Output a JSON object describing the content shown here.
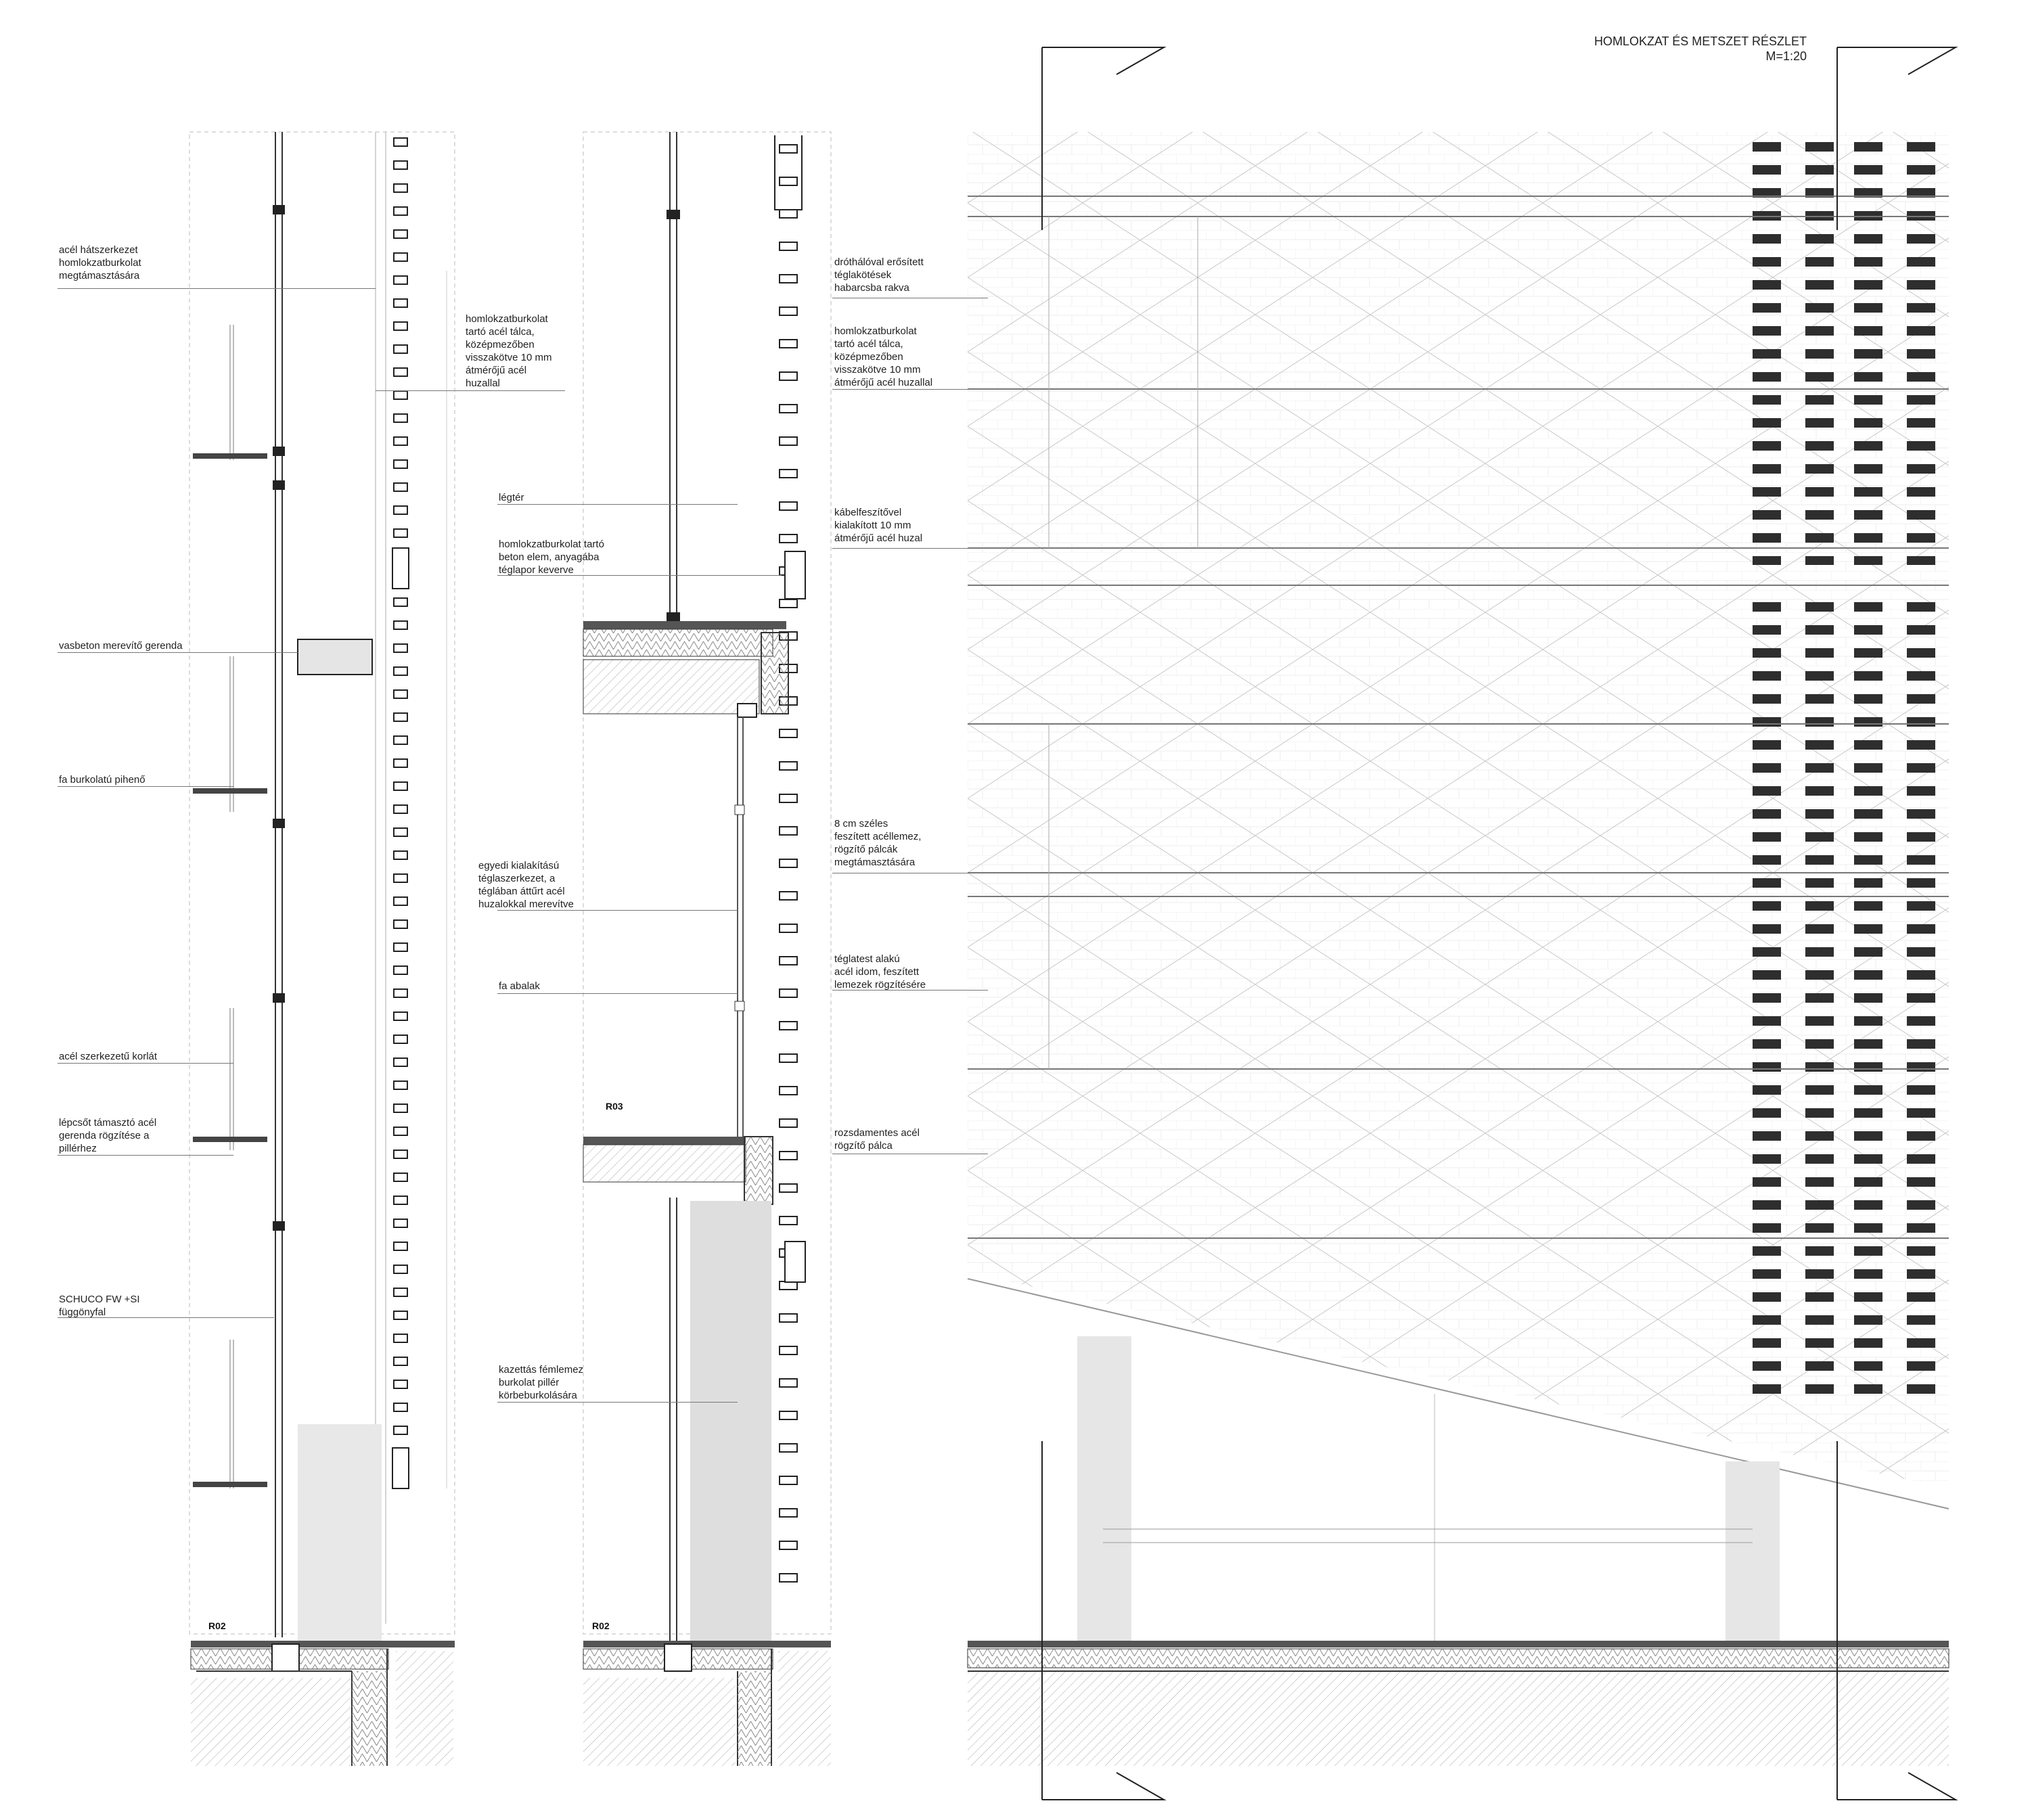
{
  "title": {
    "line1": "HOMLOKZAT ÉS METSZET RÉSZLET",
    "line2": "M=1:20"
  },
  "markers": {
    "r02": "R02",
    "r03": "R03"
  },
  "labels": {
    "acel_hatszerkezet": "acél hátszerkezet\nhomlokzatburkolat\nmegtámasztására",
    "talca_left": "homlokzatburkolat\ntartó acél tálca,\nközépmezőben\nvisszakötve 10 mm\nátmérőjű acél\nhuzallal",
    "vasbeton": "vasbeton merevítő gerenda",
    "fa_pihenő": "fa burkolatú pihenő",
    "korlat": "acél szerkezetű korlát",
    "lepcso": "lépcsőt támasztó acél\ngerenda rögzítése a\npillérhez",
    "schuco": "SCHUCO FW +SI\nfüggönyfal",
    "legter": "légtér",
    "beton_elem": "homlokzatburkolat tartó\nbeton elem, anyagába\ntéglapor keverve",
    "egyedi": "egyedi kialakítású\ntéglaszerkezet, a\ntéglában áttűrt acél\nhuzalokkal merevítve",
    "fa_abalak": "fa abalak",
    "kazettas": "kazettás fémlemez\nburkolat pillér\nkörbeburkolására",
    "drothalo": "dróthálóval erősített\ntéglakötések\nhabarcsba rakva",
    "talca_right": "homlokzatburkolat\ntartó acél tálca,\nközépmezőben\nvisszakötve 10 mm\nátmérőjű acél huzallal",
    "kabel": "kábelfeszítővel\nkialakított 10 mm\nátmérőjű acél huzal",
    "acellemez": "8 cm széles\nfeszített acéllemez,\nrögzítő pálcák\nmegtámasztására",
    "teglatest": "téglatest alakú\nacél idom, feszített\nlemezek rögzítésére",
    "rozsdamentes": "rozsdamentes acél\nrögzítő pálca"
  }
}
